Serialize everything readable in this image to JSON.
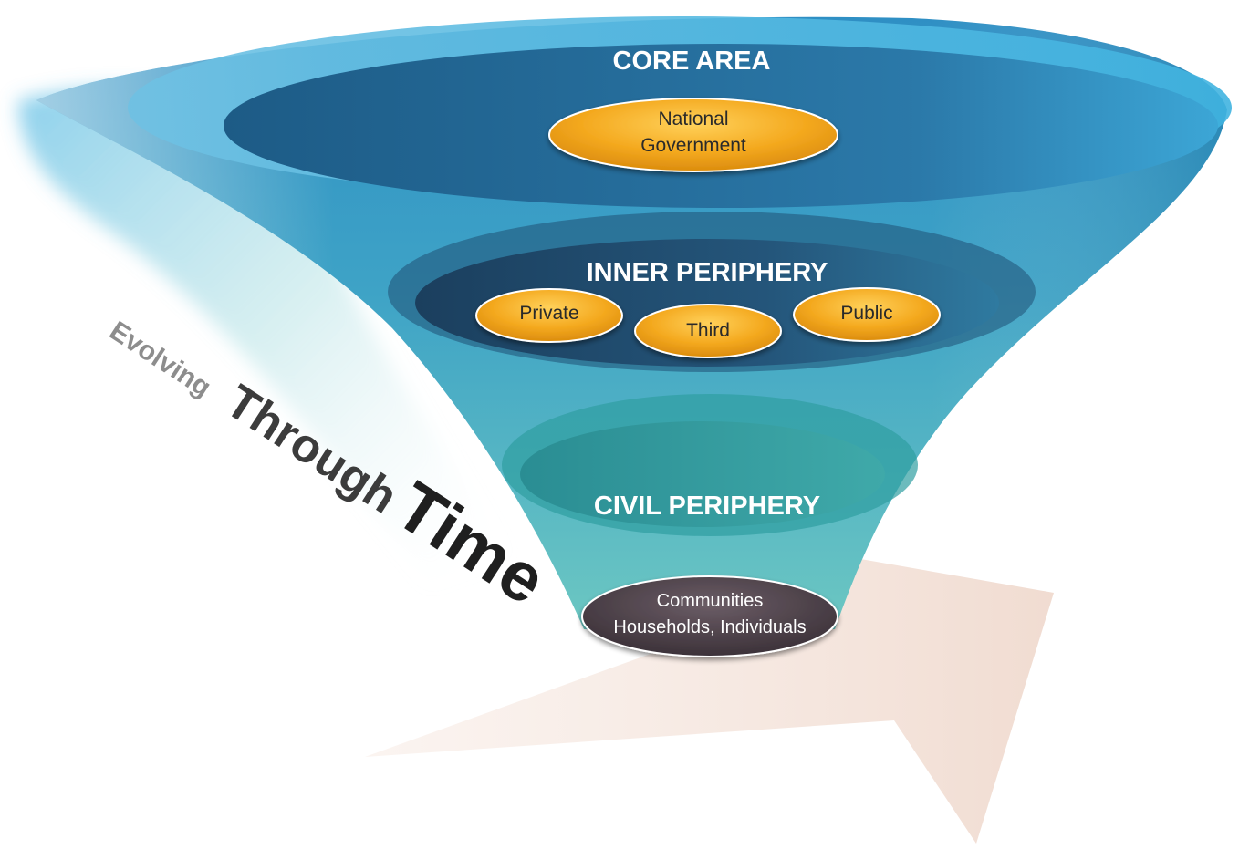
{
  "core": {
    "title": "CORE AREA",
    "node_line1": "National",
    "node_line2": "Government"
  },
  "inner": {
    "title": "INNER PERIPHERY",
    "nodes": [
      "Private",
      "Third",
      "Public"
    ]
  },
  "civil": {
    "title": "CIVIL PERIPHERY"
  },
  "base": {
    "line1": "Communities",
    "line2": "Households, Individuals"
  },
  "arrow_caption": {
    "word1": "Evolving",
    "word2": "Through",
    "word3": "Time"
  },
  "colors": {
    "funnel_top": "#3fa7d4",
    "funnel_bottom": "#5cc1c0",
    "node": "#f2a81d",
    "base_node": "#4a3d46",
    "arrow": "#f0dcd2"
  }
}
